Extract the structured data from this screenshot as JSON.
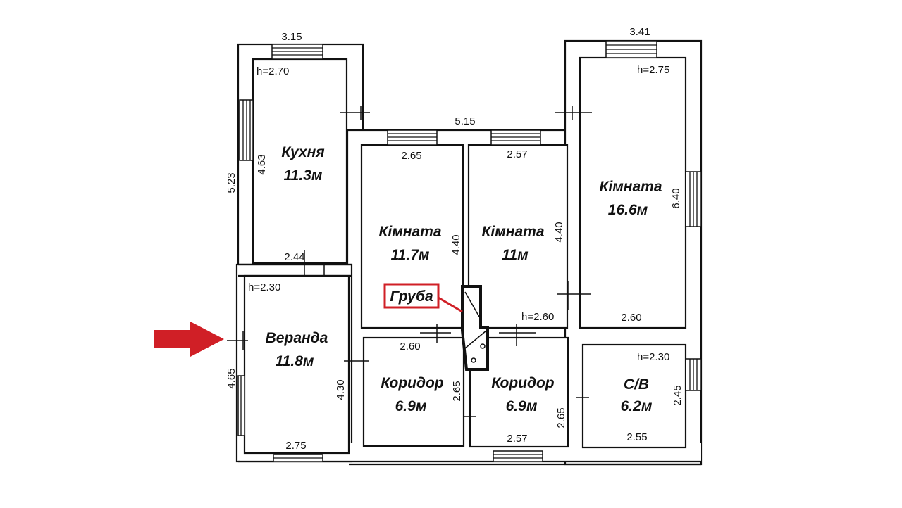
{
  "colors": {
    "accent": "#d01f26",
    "line": "#111111",
    "background": "#ffffff"
  },
  "rooms": {
    "kitchen": {
      "name": "Кухня",
      "area": "11.3м",
      "height": "h=2.70",
      "width_top": "3.15",
      "len": "4.63"
    },
    "room1": {
      "name": "Кімната",
      "area": "11.7м",
      "width_top": "2.65",
      "len": "4.40"
    },
    "room2": {
      "name": "Кімната",
      "area": "11м",
      "width_top": "2.57",
      "len": "4.40",
      "height": "h=2.60"
    },
    "room3": {
      "name": "Кімната",
      "area": "16.6м",
      "height": "h=2.75",
      "width_top": "3.41",
      "len": "6.40",
      "width_bottom": "2.60"
    },
    "veranda": {
      "name": "Веранда",
      "area": "11.8м",
      "height": "h=2.30",
      "width_top": "2.44",
      "width_bottom": "2.75",
      "len": "4.30"
    },
    "corridor1": {
      "name": "Коридор",
      "area": "6.9м",
      "width_top": "2.60",
      "len": "2.65"
    },
    "corridor2": {
      "name": "Коридор",
      "area": "6.9м",
      "width_bottom": "2.57",
      "len": "2.65"
    },
    "bath": {
      "name": "С/В",
      "area": "6.2м",
      "height": "h=2.30",
      "width_bottom": "2.55",
      "len": "2.45"
    }
  },
  "outer_dims": {
    "top_middle": "5.15",
    "left_upper": "5.23",
    "left_lower": "4.65"
  },
  "stove_label": "Груба",
  "entrance_arrow": "entrance-arrow"
}
